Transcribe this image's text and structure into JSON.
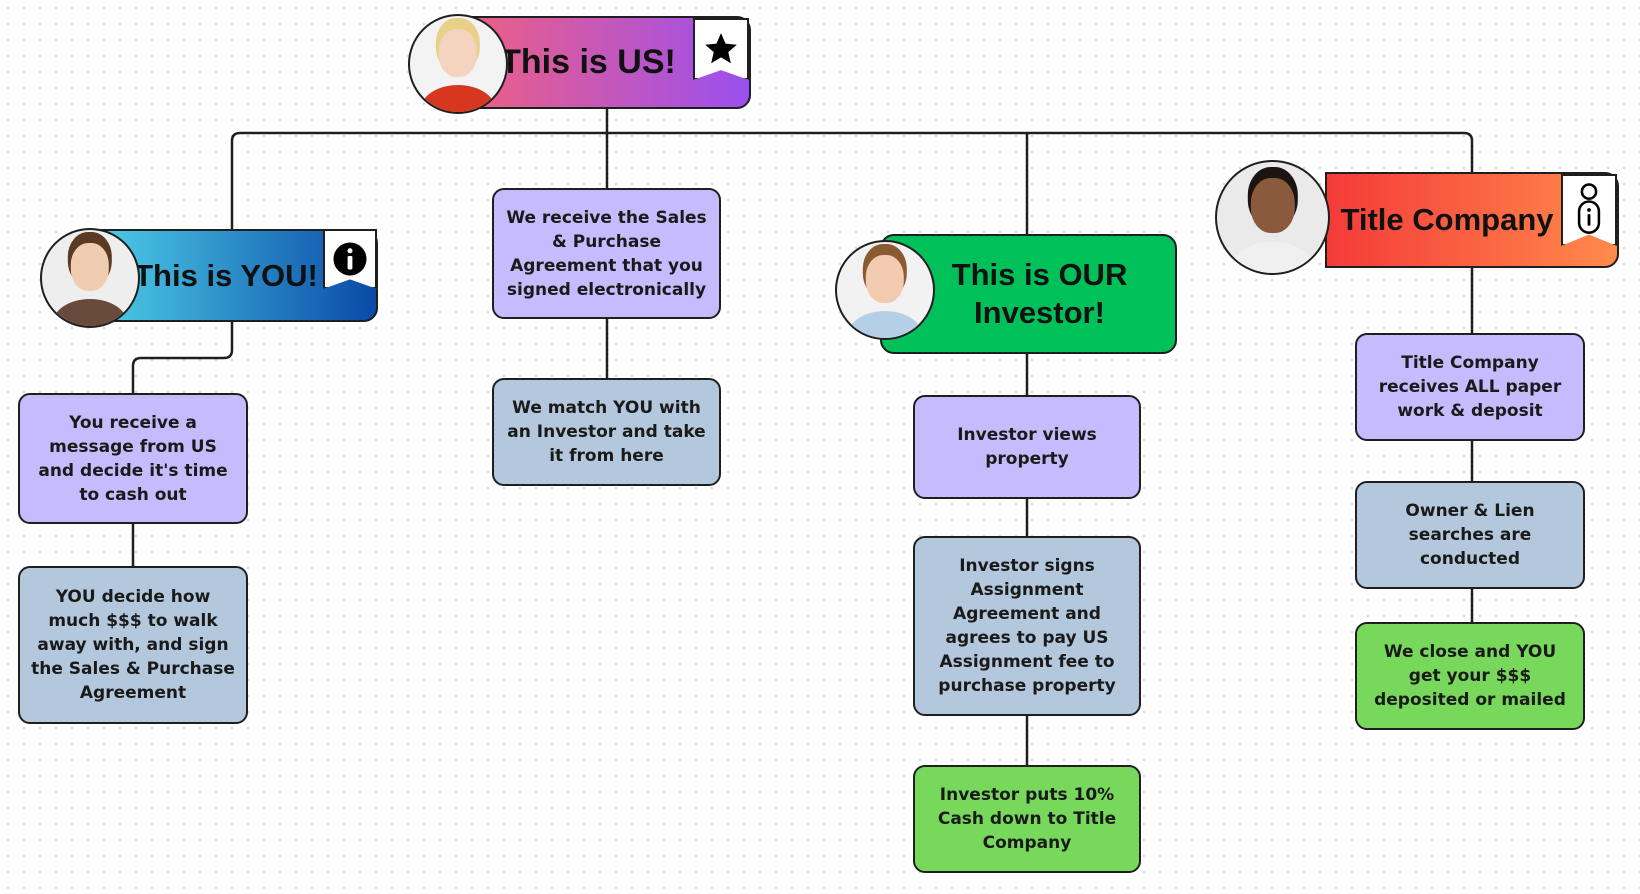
{
  "headers": {
    "us": "This is US!",
    "you": "This is YOU!",
    "investor": "This is OUR Investor!",
    "title_company": "Title Company"
  },
  "icons": {
    "us": "star-icon",
    "you": "info-icon",
    "investor": "avatar",
    "title_company": "person-info-icon"
  },
  "colors": {
    "purple_box": "#c6bbfd",
    "steel_box": "#b3c8dc",
    "green_box": "#77d85c",
    "us_gradient": [
      "#f06080",
      "#9b4ff0"
    ],
    "you_gradient": [
      "#4fd0e8",
      "#0a4aa8"
    ],
    "investor_fill": "#00c05a",
    "title_gradient": [
      "#f53a3a",
      "#ff8a4a"
    ]
  },
  "columns": {
    "you": [
      "You receive a message from US and decide it's time to cash out",
      "YOU decide how much $$$ to walk away with, and sign the Sales & Purchase Agreement"
    ],
    "us": [
      "We receive the Sales & Purchase Agreement that you signed electronically",
      "We match YOU with an Investor and take it from here"
    ],
    "investor": [
      "Investor views property",
      "Investor signs Assignment Agreement and agrees to pay US Assignment fee to purchase property",
      "Investor puts 10% Cash down to Title Company"
    ],
    "title_company": [
      "Title Company receives ALL paper work & deposit",
      "Owner & Lien searches are conducted",
      "We close and YOU get your $$$ deposited or mailed"
    ]
  }
}
